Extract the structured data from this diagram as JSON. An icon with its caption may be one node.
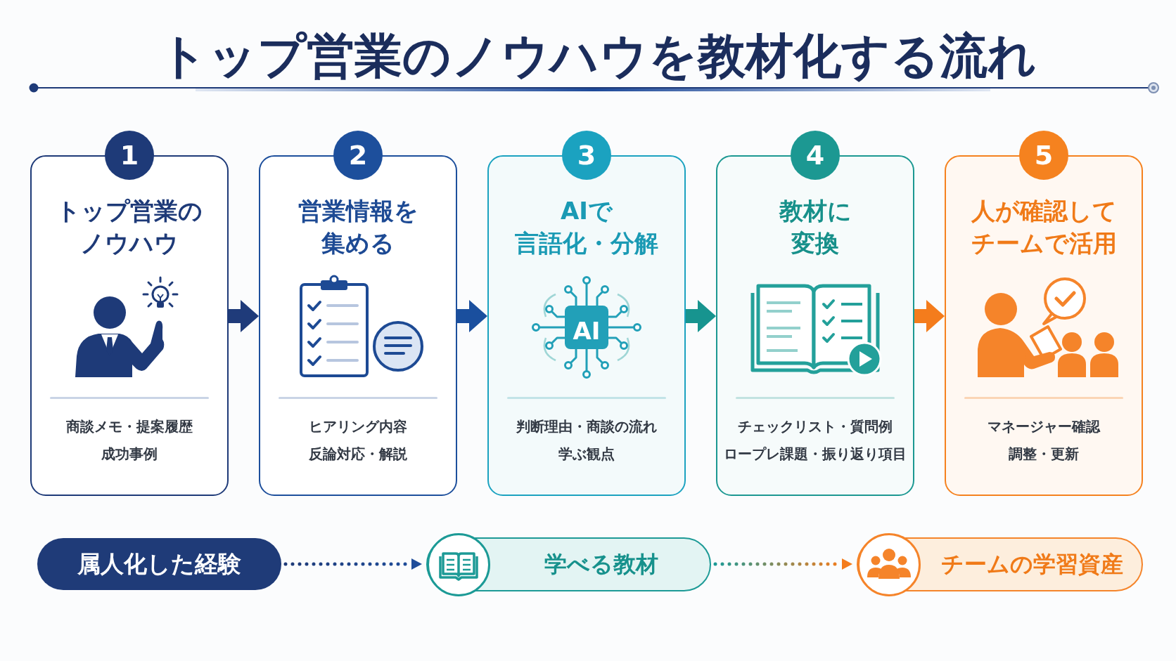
{
  "diagram": {
    "title": "トップ営業のノウハウを教材化する流れ",
    "nodes": [
      {
        "text": [
          "1",
          "トップ営業のノウハウ",
          "商談メモ・提案履歴成功事例"
        ]
      },
      {
        "text": [
          "2",
          "営業情報を集める",
          "ヒアリング内容反論対応・解説"
        ]
      },
      {
        "text": [
          "3",
          "AIで言語化・分解",
          "判断理由・商談の流れ学ぶ観点"
        ]
      },
      {
        "text": [
          "4",
          "教材に変換",
          "チェックリスト・質問例ロープレ課題・振り返り項目"
        ]
      },
      {
        "text": [
          "5",
          "人が確認してチームで活用",
          "マネージャー確認調整・更新"
        ]
      },
      {
        "text": [
          "属人化した経験"
        ]
      },
      {
        "text": [
          "学べる教材"
        ]
      },
      {
        "text": [
          "チームの学習資産"
        ]
      }
    ],
    "edges": [
      {
        "from": 0,
        "to": 1,
        "arrow": "to",
        "color": "#1f3b7a"
      },
      {
        "from": 1,
        "to": 2,
        "arrow": "to",
        "color": "#1a4f9e"
      },
      {
        "from": 2,
        "to": 3,
        "arrow": "to",
        "color": "#17948f"
      },
      {
        "from": 3,
        "to": 4,
        "arrow": "to",
        "color": "#f47c1c"
      },
      {
        "from": 5,
        "to": 6,
        "arrow": "to",
        "style": "dashed",
        "color": "#1f4d9a"
      },
      {
        "from": 6,
        "to": 7,
        "arrow": "to",
        "style": "dashed",
        "color": "#f47c1c"
      }
    ],
    "labels": [
      "AI"
    ]
  }
}
